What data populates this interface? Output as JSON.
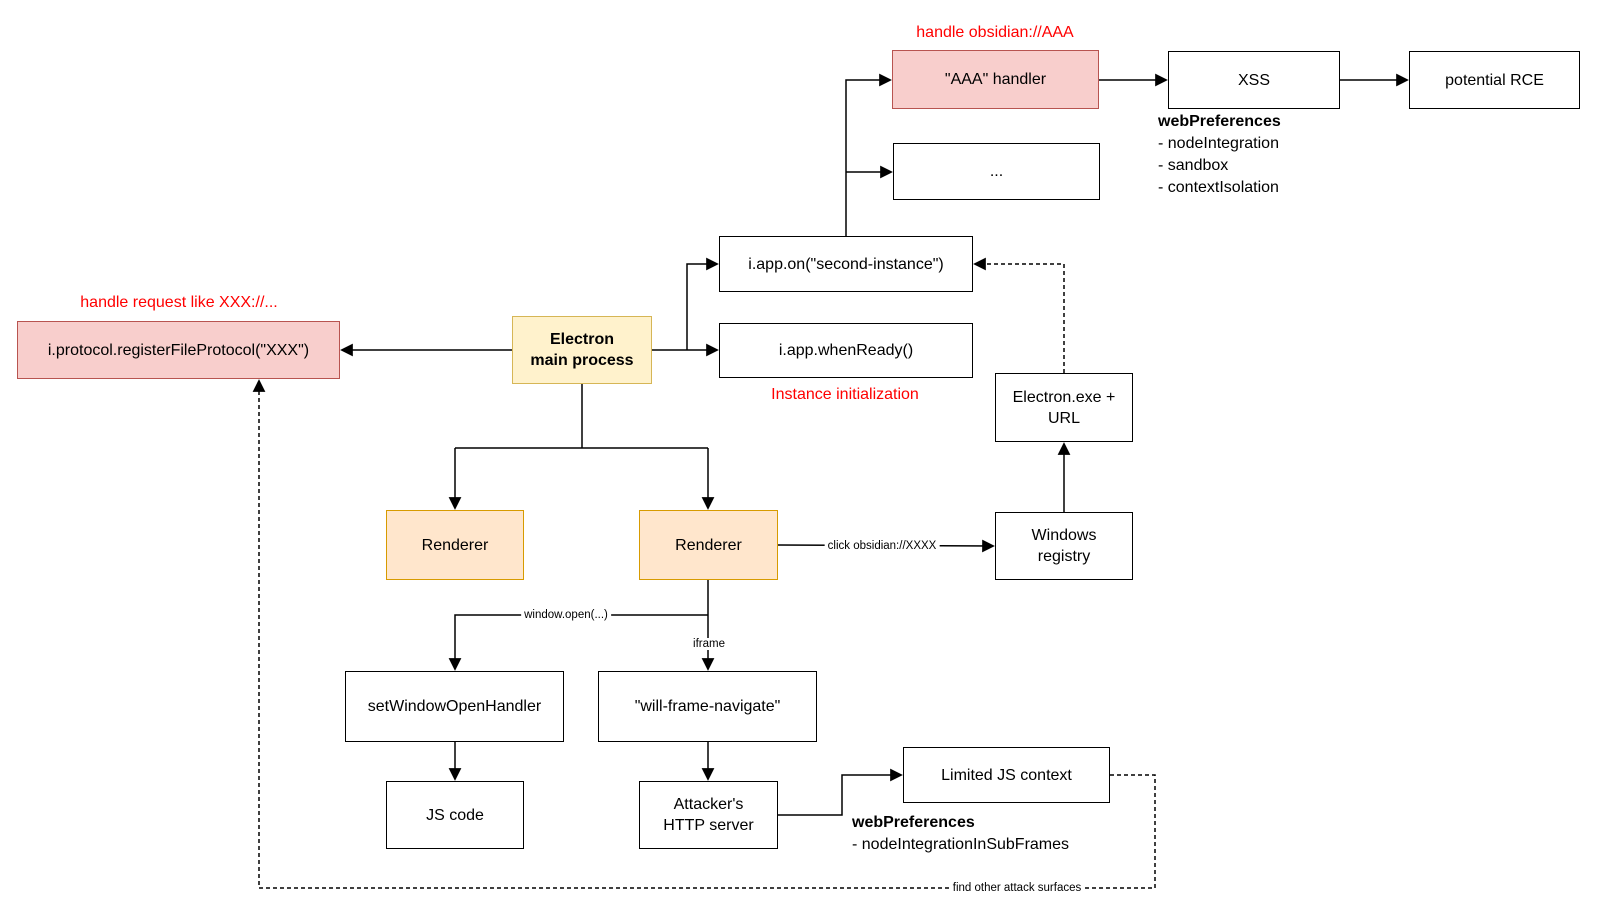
{
  "colors": {
    "pink_fill": "#f8cecc",
    "pink_stroke": "#b85450",
    "yellow_fill": "#fff2cc",
    "yellow_stroke": "#d6b656",
    "orange_fill": "#ffe6cc",
    "orange_stroke": "#d79b00",
    "box_stroke": "#000000",
    "edge": "#000000",
    "red_text": "#ff0000"
  },
  "nodes": {
    "protocol": {
      "label": "i.protocol.registerFileProtocol(\"XXX\")"
    },
    "electron_main": {
      "lines": [
        "Electron",
        "main process"
      ]
    },
    "second_instance": {
      "label": "i.app.on(\"second-instance\")"
    },
    "when_ready": {
      "label": "i.app.whenReady()"
    },
    "aaa_handler": {
      "label": "\"AAA\" handler"
    },
    "dots": {
      "label": "..."
    },
    "xss": {
      "label": "XSS"
    },
    "potential_rce": {
      "label": "potential RCE"
    },
    "electron_exe": {
      "lines": [
        "Electron.exe +",
        "URL"
      ]
    },
    "windows_registry": {
      "lines": [
        "Windows",
        "registry"
      ]
    },
    "renderer_left": {
      "label": "Renderer"
    },
    "renderer_right": {
      "label": "Renderer"
    },
    "set_window_open_handler": {
      "label": "setWindowOpenHandler"
    },
    "js_code": {
      "label": "JS code"
    },
    "will_frame_navigate": {
      "label": "\"will-frame-navigate\""
    },
    "attacker_http_server": {
      "lines": [
        "Attacker's",
        "HTTP server"
      ]
    },
    "limited_js_context": {
      "label": "Limited JS context"
    }
  },
  "annotations": {
    "handle_obsidian": "handle obsidian://AAA",
    "handle_request": "handle request like XXX://...",
    "instance_initialization": "Instance initialization",
    "webprefs_xss": {
      "title": "webPreferences",
      "items": [
        "- nodeIntegration",
        "- sandbox",
        "- contextIsolation"
      ]
    },
    "webprefs_subframes": {
      "title": "webPreferences",
      "items": [
        "- nodeIntegrationInSubFrames"
      ]
    }
  },
  "edge_labels": {
    "click_obsidian": "click obsidian://XXXX",
    "window_open": "window.open(...)",
    "iframe": "iframe",
    "find_other_attack_surfaces": "find other attack surfaces"
  }
}
